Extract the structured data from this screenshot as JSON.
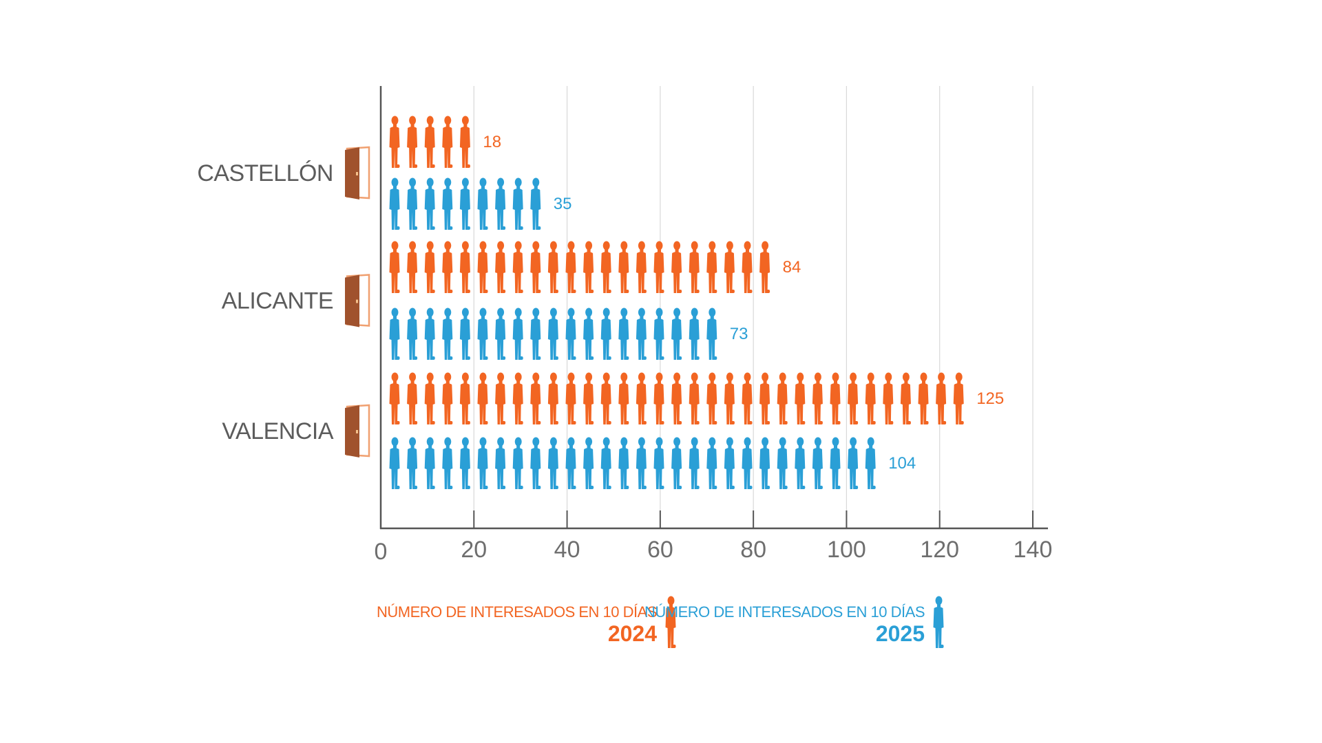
{
  "colors": {
    "series_2024": "#f26522",
    "series_2025": "#2a9fd6",
    "axis": "#555555",
    "grid": "#d8d8d8",
    "door": "#a0522d",
    "door_frame": "#f0a070"
  },
  "icons": {
    "person": "person-silhouette-icon",
    "door": "door-icon"
  },
  "chart_data": {
    "type": "bar",
    "orientation": "horizontal",
    "pictogram": true,
    "categories": [
      "CASTELLÓN",
      "ALICANTE",
      "VALENCIA"
    ],
    "series": [
      {
        "name": "NÚMERO DE INTERESADOS EN 10 DÍAS 2024",
        "values": [
          18,
          84,
          125
        ],
        "labels": [
          "18",
          "84",
          "125"
        ]
      },
      {
        "name": "NÚMERO DE INTERESADOS EN 10 DÍAS 2025",
        "values": [
          35,
          73,
          104
        ],
        "labels": [
          "35",
          "73",
          "104"
        ]
      }
    ],
    "xlim": [
      0,
      140
    ],
    "xticks": [
      0,
      20,
      40,
      60,
      80,
      100,
      120,
      140
    ],
    "xtick_labels": [
      "0",
      "20",
      "40",
      "60",
      "80",
      "100",
      "120",
      "140"
    ],
    "grid": true,
    "legend_position": "bottom"
  },
  "legend": {
    "items": [
      {
        "caption": "NÚMERO DE INTERESADOS EN 10 DÍAS",
        "year": "2024"
      },
      {
        "caption": "NÚMERO DE INTERESADOS EN 10 DÍAS",
        "year": "2025"
      }
    ]
  }
}
